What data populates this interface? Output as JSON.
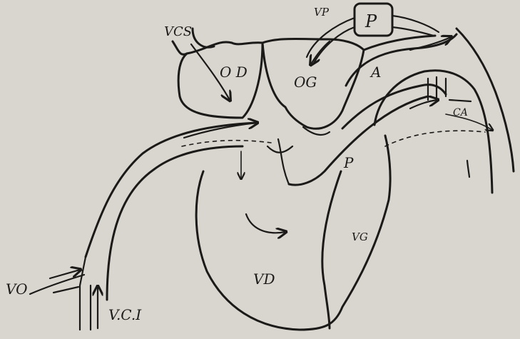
{
  "labels": {
    "vcs": "VCS",
    "vp": "VP",
    "pump": "P",
    "od": "O D",
    "og": "OG",
    "a": "A",
    "ca": "CA",
    "p": "P",
    "vg": "VG",
    "vd": "VD",
    "vo": "VO",
    "vci": "V.C.I"
  },
  "colors": {
    "paper": "#d9d6cf",
    "ink": "#1b1a18"
  }
}
